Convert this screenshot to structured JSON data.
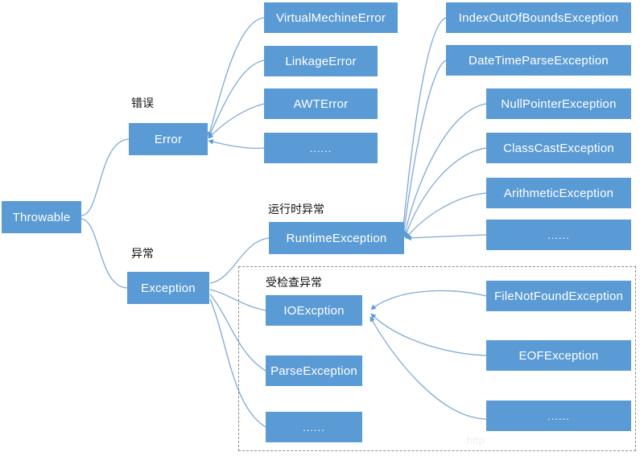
{
  "diagram": {
    "title": "Java Throwable hierarchy",
    "colors": {
      "node_fill": "#5B9BD5",
      "node_text": "#FFFFFF",
      "connector": "#6A9FD0",
      "group_border": "#8A8A8A",
      "background": "#FFFFFF"
    },
    "captions": {
      "error": "错误",
      "exception": "异常",
      "runtime_exception": "运行时异常",
      "checked_exception": "受检查异常"
    },
    "root": {
      "label": "Throwable"
    },
    "branches": {
      "error": {
        "label": "Error"
      },
      "exception": {
        "label": "Exception"
      },
      "runtime_exception": {
        "label": "RuntimeException"
      }
    },
    "error_children": [
      {
        "label": "VirtualMechineError"
      },
      {
        "label": "LinkageError"
      },
      {
        "label": "AWTError"
      },
      {
        "label": "......"
      }
    ],
    "runtime_exception_children": [
      {
        "label": "IndexOutOfBoundsException"
      },
      {
        "label": "DateTimeParseException"
      },
      {
        "label": "NullPointerException"
      },
      {
        "label": "ClassCastException"
      },
      {
        "label": "ArithmeticException"
      },
      {
        "label": "......"
      }
    ],
    "checked_exception_children": [
      {
        "label": "IOExcption"
      },
      {
        "label": "ParseException"
      },
      {
        "label": "......"
      }
    ],
    "io_exception_children": [
      {
        "label": "FileNotFoundException"
      },
      {
        "label": "EOFException"
      },
      {
        "label": "......"
      }
    ],
    "watermark": "http"
  }
}
